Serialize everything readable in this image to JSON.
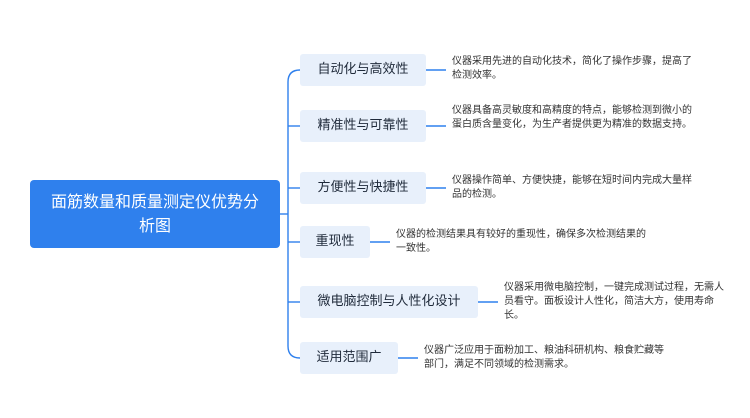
{
  "root": {
    "title": "面筋数量和质量测定仪优势分析图"
  },
  "branches": [
    {
      "label": "自动化与高效性",
      "description": "仪器采用先进的自动化技术，简化了操作步骤，提高了检测效率。"
    },
    {
      "label": "精准性与可靠性",
      "description": "仪器具备高灵敏度和高精度的特点，能够检测到微小的蛋白质含量变化，为生产者提供更为精准的数据支持。"
    },
    {
      "label": "方便性与快捷性",
      "description": "仪器操作简单、方便快捷，能够在短时间内完成大量样品的检测。"
    },
    {
      "label": "重现性",
      "description": "仪器的检测结果具有较好的重现性，确保多次检测结果的一致性。"
    },
    {
      "label": "微电脑控制与人性化设计",
      "description": "仪器采用微电脑控制，一键完成测试过程，无需人员看守。面板设计人性化，简洁大方，使用寿命长。"
    },
    {
      "label": "适用范围广",
      "description": "仪器广泛应用于面粉加工、粮油科研机构、粮食贮藏等部门，满足不同领域的检测需求。"
    }
  ],
  "colors": {
    "root": "#2f80ed",
    "branch_bg": "#e8f0fb",
    "connector": "#2f80ed"
  }
}
